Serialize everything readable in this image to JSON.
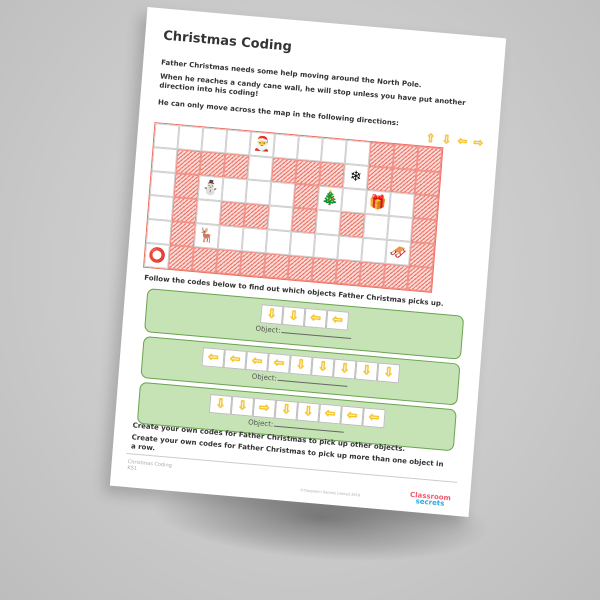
{
  "worksheet": {
    "title": "Christmas Coding",
    "intro": "Father Christmas needs some help moving around the North Pole.",
    "rule": "When he reaches a candy cane wall, he will stop unless you have put another direction into his coding!",
    "directions_text": "He can only move across the map in the following directions:",
    "directions": [
      "⇧",
      "⇩",
      "⇦",
      "⇨"
    ],
    "map": {
      "cols": 12,
      "rows": 6,
      "grid": [
        [
          "",
          "",
          "",
          "",
          "santa",
          "",
          "",
          "",
          "",
          "W",
          "W",
          "W"
        ],
        [
          "",
          "W",
          "W",
          "W",
          "",
          "W",
          "W",
          "W",
          "snowflake",
          "W",
          "W",
          "W"
        ],
        [
          "",
          "W",
          "snowman",
          "",
          "",
          "",
          "W",
          "tree",
          "",
          "present",
          "",
          "W"
        ],
        [
          "",
          "W",
          "",
          "W",
          "W",
          "",
          "W",
          "",
          "W",
          "",
          "",
          "W"
        ],
        [
          "",
          "W",
          "reindeer",
          "",
          "",
          "",
          "",
          "",
          "",
          "",
          "sleigh",
          "W"
        ],
        [
          "wreath",
          "W",
          "W",
          "W",
          "W",
          "W",
          "W",
          "W",
          "W",
          "W",
          "W",
          "W"
        ]
      ],
      "icons": {
        "santa": "🎅",
        "snowflake": "❄",
        "snowman": "⛄",
        "tree": "🎄",
        "present": "🎁",
        "reindeer": "🦌",
        "sleigh": "🛷",
        "wreath": "⭕"
      }
    },
    "follow_text": "Follow the codes below to find out which objects Father Christmas picks up.",
    "codes": [
      {
        "arrows": [
          "⇩",
          "⇩",
          "⇦",
          "⇦"
        ],
        "object_label": "Object:"
      },
      {
        "arrows": [
          "⇦",
          "⇦",
          "⇦",
          "⇦",
          "⇩",
          "⇩",
          "⇩",
          "⇩",
          "⇩"
        ],
        "object_label": "Object:"
      },
      {
        "arrows": [
          "⇩",
          "⇩",
          "⇨",
          "⇩",
          "⇩",
          "⇦",
          "⇦",
          "⇦"
        ],
        "object_label": "Object:"
      }
    ],
    "task1": "Create your own codes for Father Christmas to pick up other objects.",
    "task2": "Create your own codes for Father Christmas to pick up more than one object in a row.",
    "footer": {
      "title": "Christmas Coding",
      "stage": "KS1",
      "copyright": "©Classroom Secrets Limited 2018",
      "logo_top": "Classroom",
      "logo_bottom": "secrets"
    }
  }
}
